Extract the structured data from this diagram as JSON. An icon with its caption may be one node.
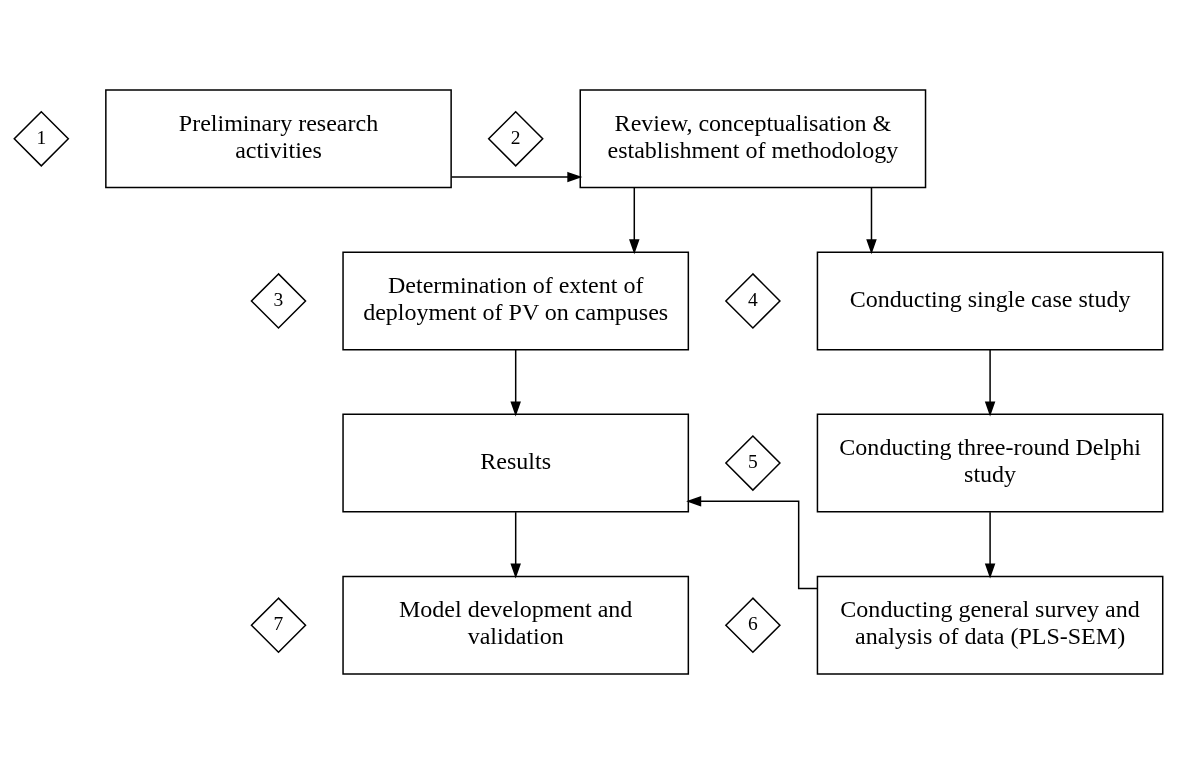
{
  "diagram": {
    "nodes": [
      {
        "text": [
          "1"
        ]
      },
      {
        "text": [
          "Preliminary research activities"
        ]
      },
      {
        "text": [
          "2"
        ]
      },
      {
        "text": [
          "Review, conceptualisation & establishment of methodology"
        ]
      },
      {
        "text": [
          "3"
        ]
      },
      {
        "text": [
          "Determination of extent of deployment of PV on campuses"
        ]
      },
      {
        "text": [
          "4"
        ]
      },
      {
        "text": [
          "Conducting single case study"
        ]
      },
      {
        "text": [
          "Results"
        ]
      },
      {
        "text": [
          "5"
        ]
      },
      {
        "text": [
          "Conducting three-round Delphi study"
        ]
      },
      {
        "text": [
          "7"
        ]
      },
      {
        "text": [
          "Model development and validation"
        ]
      },
      {
        "text": [
          "6"
        ]
      },
      {
        "text": [
          "Conducting general survey and analysis of data (PLS-SEM)"
        ]
      }
    ],
    "edges": [
      {
        "from": 1,
        "to": 3,
        "arrow": "to"
      },
      {
        "from": 3,
        "to": 5,
        "arrow": "to"
      },
      {
        "from": 3,
        "to": 7,
        "arrow": "to"
      },
      {
        "from": 5,
        "to": 8,
        "arrow": "to"
      },
      {
        "from": 7,
        "to": 10,
        "arrow": "to"
      },
      {
        "from": 10,
        "to": 14,
        "arrow": "to"
      },
      {
        "from": 14,
        "to": 8,
        "arrow": "to"
      },
      {
        "from": 8,
        "to": 12,
        "arrow": "to"
      }
    ]
  }
}
